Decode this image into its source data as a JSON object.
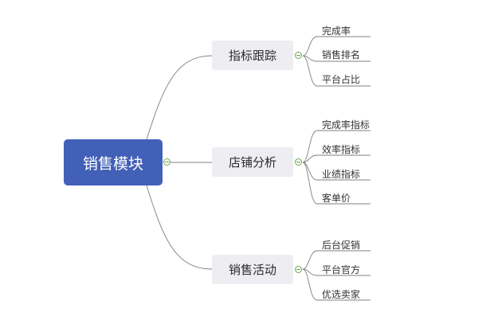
{
  "mindmap": {
    "root": {
      "label": "销售模块"
    },
    "branches": [
      {
        "label": "指标跟踪",
        "children": [
          "完成率",
          "销售排名",
          "平台占比"
        ]
      },
      {
        "label": "店铺分析",
        "children": [
          "完成率指标",
          "效率指标",
          "业绩指标",
          "客单价"
        ]
      },
      {
        "label": "销售活动",
        "children": [
          "后台促销",
          "平台官方",
          "优选卖家"
        ]
      }
    ]
  },
  "colors": {
    "root_fill": "#4360b8",
    "branch_fill": "#eeeef2",
    "connector": "#7f7f7f",
    "toggle": "#6aa84f"
  }
}
